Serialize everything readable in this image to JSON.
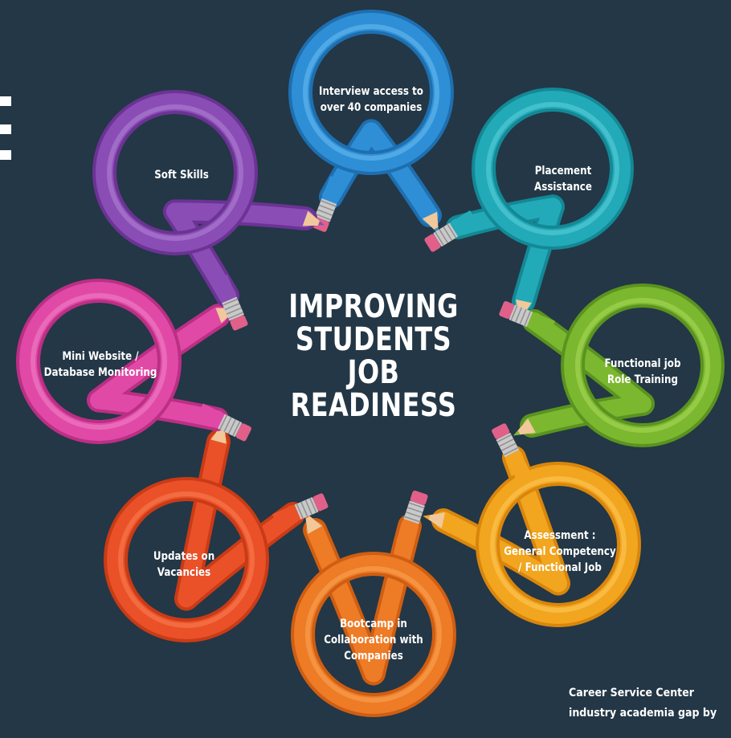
{
  "center_title": [
    "IMPROVING",
    "STUDENTS",
    "JOB",
    "READINESS"
  ],
  "nodes": [
    {
      "id": "interview",
      "lines": [
        "Interview access to",
        "over 40 companies"
      ],
      "color_main": "#2f8fd6",
      "color_light": "#5cb1ea",
      "color_dark": "#1e6fb0"
    },
    {
      "id": "placement",
      "lines": [
        "Placement",
        "Assistance"
      ],
      "color_main": "#22aab8",
      "color_light": "#4fc7d2",
      "color_dark": "#148895"
    },
    {
      "id": "functional-training",
      "lines": [
        "Functional job",
        "Role Training"
      ],
      "color_main": "#7cb82f",
      "color_light": "#9fd152",
      "color_dark": "#5a9320"
    },
    {
      "id": "assessment",
      "lines": [
        "Assessment :",
        "General Competency",
        "/ Functional Job"
      ],
      "color_main": "#f2a51e",
      "color_light": "#f9c24e",
      "color_dark": "#d9860d"
    },
    {
      "id": "bootcamp",
      "lines": [
        "Bootcamp in",
        "Collaboration with",
        "Companies"
      ],
      "color_main": "#ee7b25",
      "color_light": "#f69b4c",
      "color_dark": "#cf5e13"
    },
    {
      "id": "vacancies",
      "lines": [
        "Updates on",
        "Vacancies"
      ],
      "color_main": "#ea5128",
      "color_light": "#f57448",
      "color_dark": "#c93b16"
    },
    {
      "id": "mini-website",
      "lines": [
        "Mini Website /",
        "Database Monitoring"
      ],
      "color_main": "#e04aa6",
      "color_light": "#ee76c0",
      "color_dark": "#bb2f85"
    },
    {
      "id": "soft-skills",
      "lines": [
        "Soft Skills"
      ],
      "color_main": "#8a4db5",
      "color_light": "#a877cd",
      "color_dark": "#6b3394"
    }
  ],
  "footer_lines": [
    "Career  Service  Center",
    "industry academia gap by"
  ],
  "colors": {
    "background": "#233746",
    "text": "#ffffff",
    "eraser": "#e0608a",
    "wood": "#f0c89a",
    "ferrule": "#c9c9c9"
  }
}
